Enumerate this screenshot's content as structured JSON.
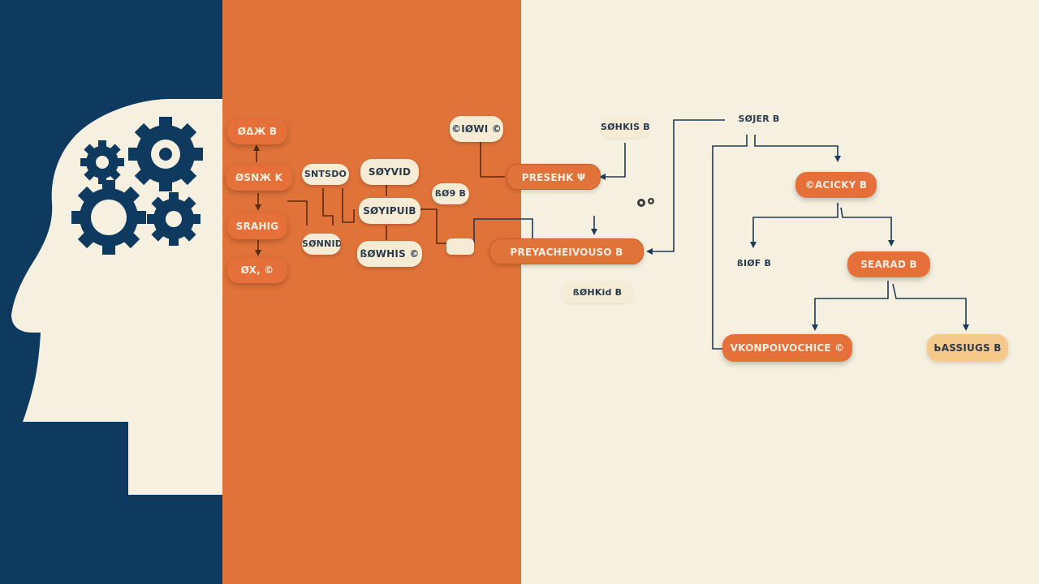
{
  "labels": {
    "n1": "ØΔЖ B",
    "n2": "ØЅNЖ K",
    "n3": "ЅRAHIG",
    "n4": "ØX, ©",
    "n5": "SNTSDO",
    "n6": "SØYVID",
    "n7": "SØYIPUIB",
    "n8": "SØNNID",
    "n9": "ßØWHIЅ ©",
    "n10": "©IØWI ©",
    "n11": "ßØ9 B",
    "n12": "PRESEHK Ψ",
    "n13": "",
    "n14": "PREYACHEIVOUSO B",
    "n15": "SØHKIS B",
    "n16": "ßØHKid B",
    "n17": "SØJER B",
    "n18": "©ACICKY B",
    "n19": "ßIØF B",
    "n20": "ЅEARAD B",
    "n21": "VKONPOIVOCHICE ©",
    "n22": "ЬASSIUGS B"
  },
  "icons": {
    "head": "head-silhouette-icon",
    "gears": "gears-icon",
    "loose": "small-gears-icon"
  },
  "colors": {
    "navy": "#0d3a5e",
    "orange": "#e07339",
    "cream": "#f6f0e0",
    "peach": "#f5c98c",
    "line": "#1f3a56"
  }
}
